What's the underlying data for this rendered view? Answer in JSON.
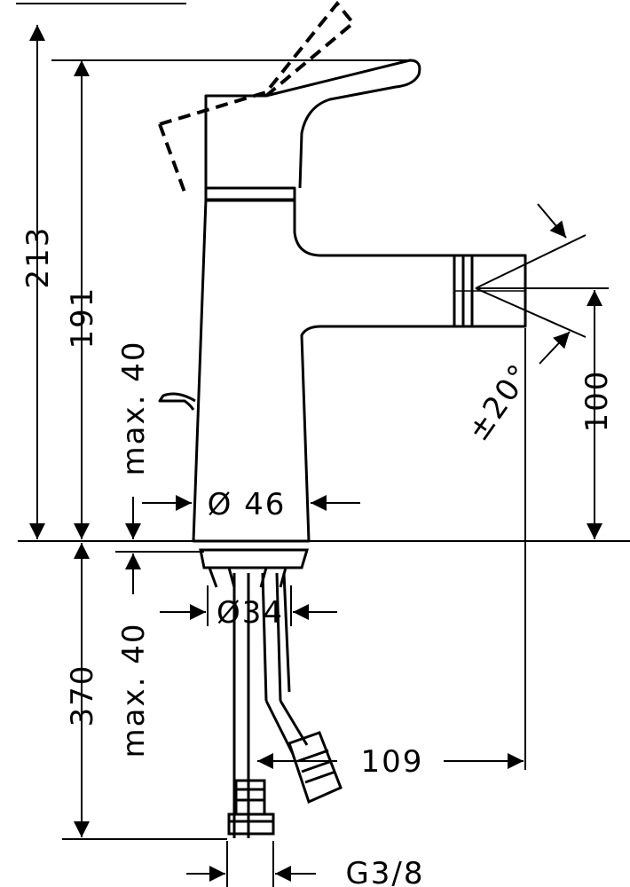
{
  "drawing": {
    "line_color": "#000000",
    "background": "#ffffff",
    "dimensions": {
      "total_height": "213",
      "spout_height": "191",
      "max_deck_top": "max. 40",
      "body_diameter": "Ø 46",
      "outlet_height": "100",
      "swivel_angle": "±20°",
      "hose_length": "370",
      "max_deck_bottom": "max. 40",
      "shank_diameter": "Ø34",
      "projection": "109",
      "connection": "G3/8"
    }
  }
}
